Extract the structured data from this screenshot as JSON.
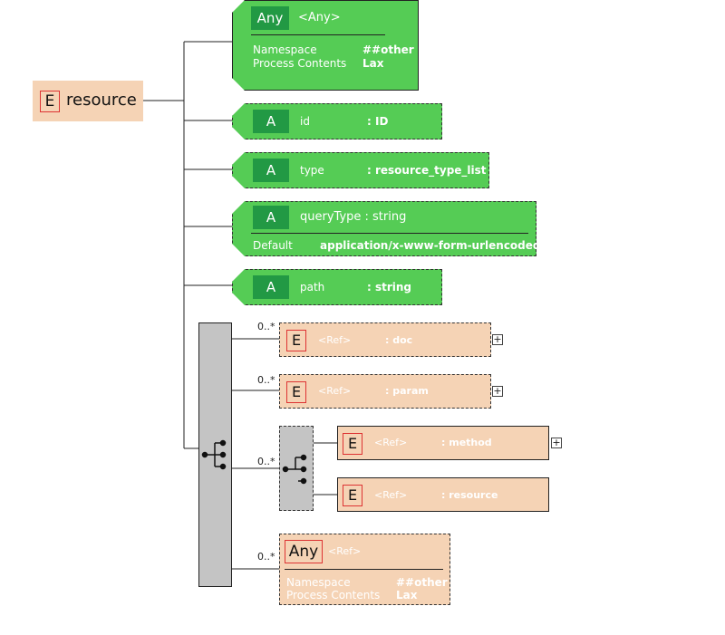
{
  "root": {
    "icon": "E",
    "name": "resource"
  },
  "any_attr": {
    "badge": "Any",
    "title": "<Any>",
    "rows": [
      {
        "key": "Namespace",
        "value": "##other"
      },
      {
        "key": "Process Contents",
        "value": "Lax"
      }
    ]
  },
  "attributes": [
    {
      "badge": "A",
      "name": "id",
      "type": ": ID"
    },
    {
      "badge": "A",
      "name": "type",
      "type": ":  resource_type_list"
    },
    {
      "badge": "A",
      "name": "queryType : string",
      "type": "",
      "default_key": "Default",
      "default_value": "application/x-www-form-urlencoded"
    },
    {
      "badge": "A",
      "name": "path",
      "type": ": string"
    }
  ],
  "elements": [
    {
      "icon": "E",
      "ref": "<Ref>",
      "type": ": doc",
      "multiplicity": "0..*",
      "expand": "+"
    },
    {
      "icon": "E",
      "ref": "<Ref>",
      "type": ": param",
      "multiplicity": "0..*",
      "expand": "+"
    },
    {
      "icon": "E",
      "ref": "<Ref>",
      "type": ": method",
      "expand": "+"
    },
    {
      "icon": "E",
      "ref": "<Ref>",
      "type": ": resource"
    }
  ],
  "choice_multiplicity": "0..*",
  "any_element": {
    "badge": "Any",
    "ref": "<Ref>",
    "multiplicity": "0..*",
    "rows": [
      {
        "key": "Namespace",
        "value": "##other"
      },
      {
        "key": "Process Contents",
        "value": "Lax"
      }
    ]
  }
}
